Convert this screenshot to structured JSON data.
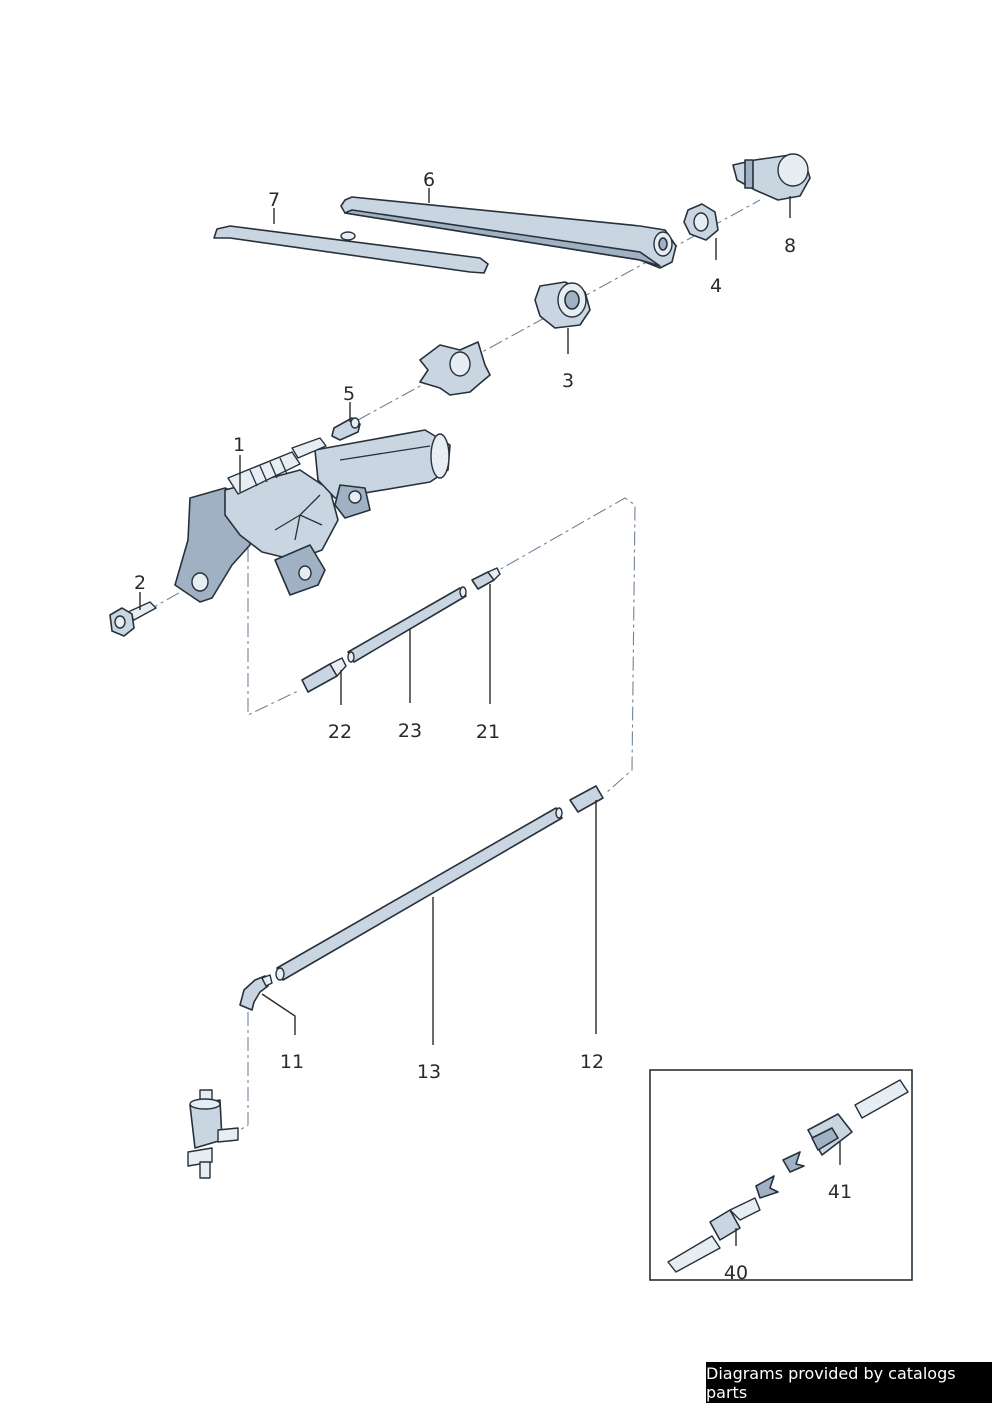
{
  "labels": {
    "p1": "1",
    "p2": "2",
    "p3": "3",
    "p4": "4",
    "p5": "5",
    "p6": "6",
    "p7": "7",
    "p8": "8",
    "p11": "11",
    "p12": "12",
    "p13": "13",
    "p21": "21",
    "p22": "22",
    "p23": "23",
    "p40": "40",
    "p41": "41"
  },
  "credit": "Diagrams provided by catalogs parts",
  "colors": {
    "part_fill": "#c9d6e2",
    "part_outline": "#27313b",
    "axis_line": "#6f8499",
    "badge_bg": "#000000",
    "badge_text": "#ffffff"
  }
}
